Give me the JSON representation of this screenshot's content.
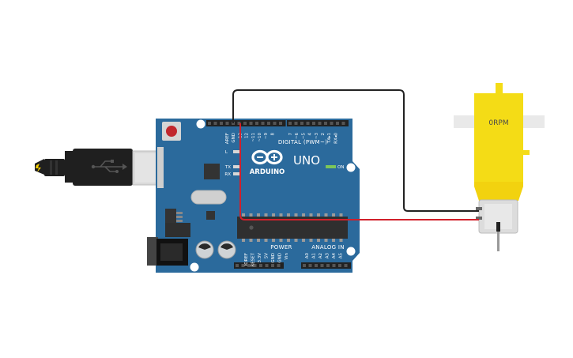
{
  "board": {
    "brand": "ARDUINO",
    "model": "UNO",
    "digital_label": "DIGITAL (PWM~)",
    "power_label": "POWER",
    "analog_label": "ANALOG IN",
    "on_label": "ON",
    "led_labels": [
      "L",
      "TX",
      "RX"
    ],
    "top_pins": [
      "AREF",
      "GND",
      "13",
      "12",
      "~11",
      "~10",
      "~9",
      "8",
      "7",
      "~6",
      "~5",
      "4",
      "~3",
      "2",
      "TX▸1",
      "RX◂0"
    ],
    "power_pins": [
      "IOREF",
      "RESET",
      "3.3V",
      "5V",
      "GND",
      "GND",
      "Vin"
    ],
    "analog_pins": [
      "A0",
      "A1",
      "A2",
      "A3",
      "A4",
      "A5"
    ],
    "colors": {
      "pcb": "#2b6a9c",
      "header": "#222222"
    }
  },
  "motor": {
    "readout": "0RPM",
    "colors": {
      "body": "#f4dc16",
      "axle": "#e9e9e9"
    }
  },
  "wires": {
    "gnd_color": "#222222",
    "signal_color": "#d1202b"
  },
  "usb": {
    "colors": {
      "cable": "#1f1f1f",
      "connector": "#d9d9d9"
    }
  }
}
